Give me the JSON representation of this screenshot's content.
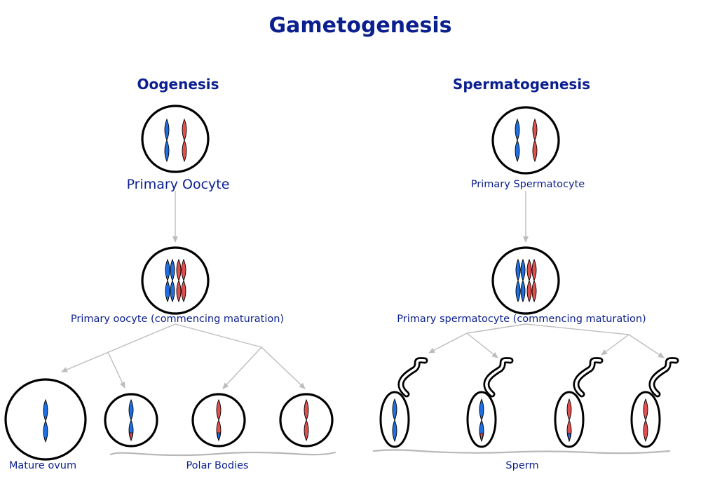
{
  "title": "Gametogenesis",
  "oogenesis": {
    "heading": "Oogenesis",
    "primary_label": "Primary Oocyte",
    "maturation_label": "Primary oocyte (commencing maturation)",
    "ovum_label": "Mature ovum",
    "polar_label": "Polar Bodies"
  },
  "spermatogenesis": {
    "heading": "Spermatogenesis",
    "primary_label": "Primary Spermatocyte",
    "maturation_label": "Primary spermatocyte (commencing maturation)",
    "sperm_label": "Sperm"
  },
  "colors": {
    "maternal_chromosome": "#1f6fe0",
    "paternal_chromosome": "#e0504f",
    "text": "#0b1f8f",
    "arrow": "#bdbdbd"
  }
}
